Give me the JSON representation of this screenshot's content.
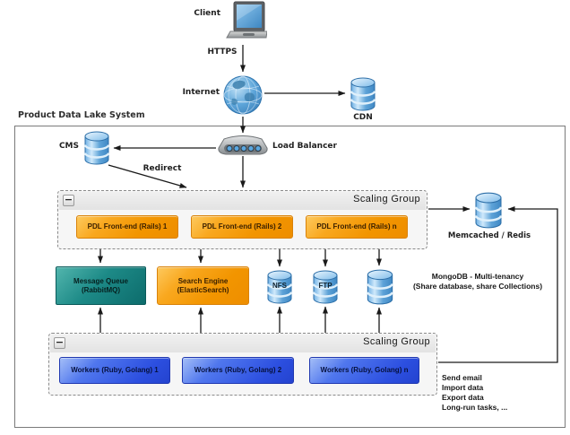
{
  "title": "Product Data Lake System",
  "external": {
    "client_label": "Client",
    "https_label": "HTTPS",
    "internet_label": "Internet",
    "cdn_label": "CDN"
  },
  "system": {
    "cms_label": "CMS",
    "load_balancer_label": "Load Balancer",
    "redirect_label": "Redirect",
    "frontend_group": {
      "label": "Scaling Group",
      "collapse_glyph": "−",
      "items": [
        "PDL Front-end (Rails) 1",
        "PDL Front-end (Rails) 2",
        "PDL Front-end (Rails) n"
      ]
    },
    "services": {
      "message_queue": "Message Queue\n(RabbitMQ)",
      "search_engine": "Search Engine\n(ElasticSearch)",
      "nfs_label": "NFS",
      "ftp_label": "FTP"
    },
    "memcached_label": "Memcached / Redis",
    "mongodb_note": "MongoDB - Multi-tenancy\n(Share database, share Collections)",
    "worker_group": {
      "label": "Scaling Group",
      "collapse_glyph": "−",
      "items": [
        "Workers (Ruby, Golang) 1",
        "Workers (Ruby, Golang) 2",
        "Workers (Ruby, Golang) n"
      ]
    },
    "worker_tasks_note": "Send email\nImport data\nExport data\nLong-run tasks, ..."
  },
  "colors": {
    "frontend_box": "#f29500",
    "search_box": "#f29500",
    "message_queue_box": "#1d8a87",
    "worker_box": "#2c4fe0",
    "database_icon_blue": "#5ea3d8",
    "arrow": "#1a1a1a"
  }
}
